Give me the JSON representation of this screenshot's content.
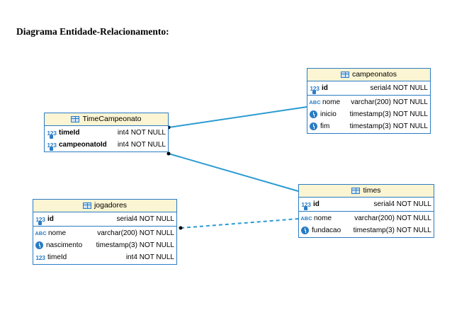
{
  "title": "Diagrama Entidade-Relacionamento:",
  "colors": {
    "border": "#2a7cc4",
    "header_bg": "#fbf5d3",
    "line": "#2a9bd1"
  },
  "entities": {
    "campeonatos": {
      "name": "campeonatos",
      "key_columns": [
        {
          "name": "id",
          "type": "serial4 NOT NULL",
          "icon": "numeric-key-icon"
        }
      ],
      "columns": [
        {
          "name": "nome",
          "type": "varchar(200) NOT NULL",
          "icon": "text-icon"
        },
        {
          "name": "inicio",
          "type": "timestamp(3) NOT NULL",
          "icon": "clock-icon"
        },
        {
          "name": "fim",
          "type": "timestamp(3) NOT NULL",
          "icon": "clock-icon"
        }
      ]
    },
    "timecampeonato": {
      "name": "TimeCampeonato",
      "key_columns": [
        {
          "name": "timeId",
          "type": "int4 NOT NULL",
          "icon": "numeric-key-icon"
        },
        {
          "name": "campeonatoId",
          "type": "int4 NOT NULL",
          "icon": "numeric-key-icon"
        }
      ]
    },
    "times": {
      "name": "times",
      "key_columns": [
        {
          "name": "id",
          "type": "serial4 NOT NULL",
          "icon": "numeric-key-icon"
        }
      ],
      "columns": [
        {
          "name": "nome",
          "type": "varchar(200) NOT NULL",
          "icon": "text-icon"
        },
        {
          "name": "fundacao",
          "type": "timestamp(3) NOT NULL",
          "icon": "clock-icon"
        }
      ]
    },
    "jogadores": {
      "name": "jogadores",
      "key_columns": [
        {
          "name": "id",
          "type": "serial4 NOT NULL",
          "icon": "numeric-key-icon"
        }
      ],
      "columns": [
        {
          "name": "nome",
          "type": "varchar(200) NOT NULL",
          "icon": "text-icon"
        },
        {
          "name": "nascimento",
          "type": "timestamp(3) NOT NULL",
          "icon": "clock-icon"
        },
        {
          "name": "timeId",
          "type": "int4 NOT NULL",
          "icon": "numeric-icon"
        }
      ]
    }
  },
  "relationships": [
    {
      "from": "TimeCampeonato",
      "to": "campeonatos",
      "style": "solid"
    },
    {
      "from": "TimeCampeonato",
      "to": "times",
      "style": "solid"
    },
    {
      "from": "jogadores",
      "to": "times",
      "style": "dashed"
    }
  ]
}
